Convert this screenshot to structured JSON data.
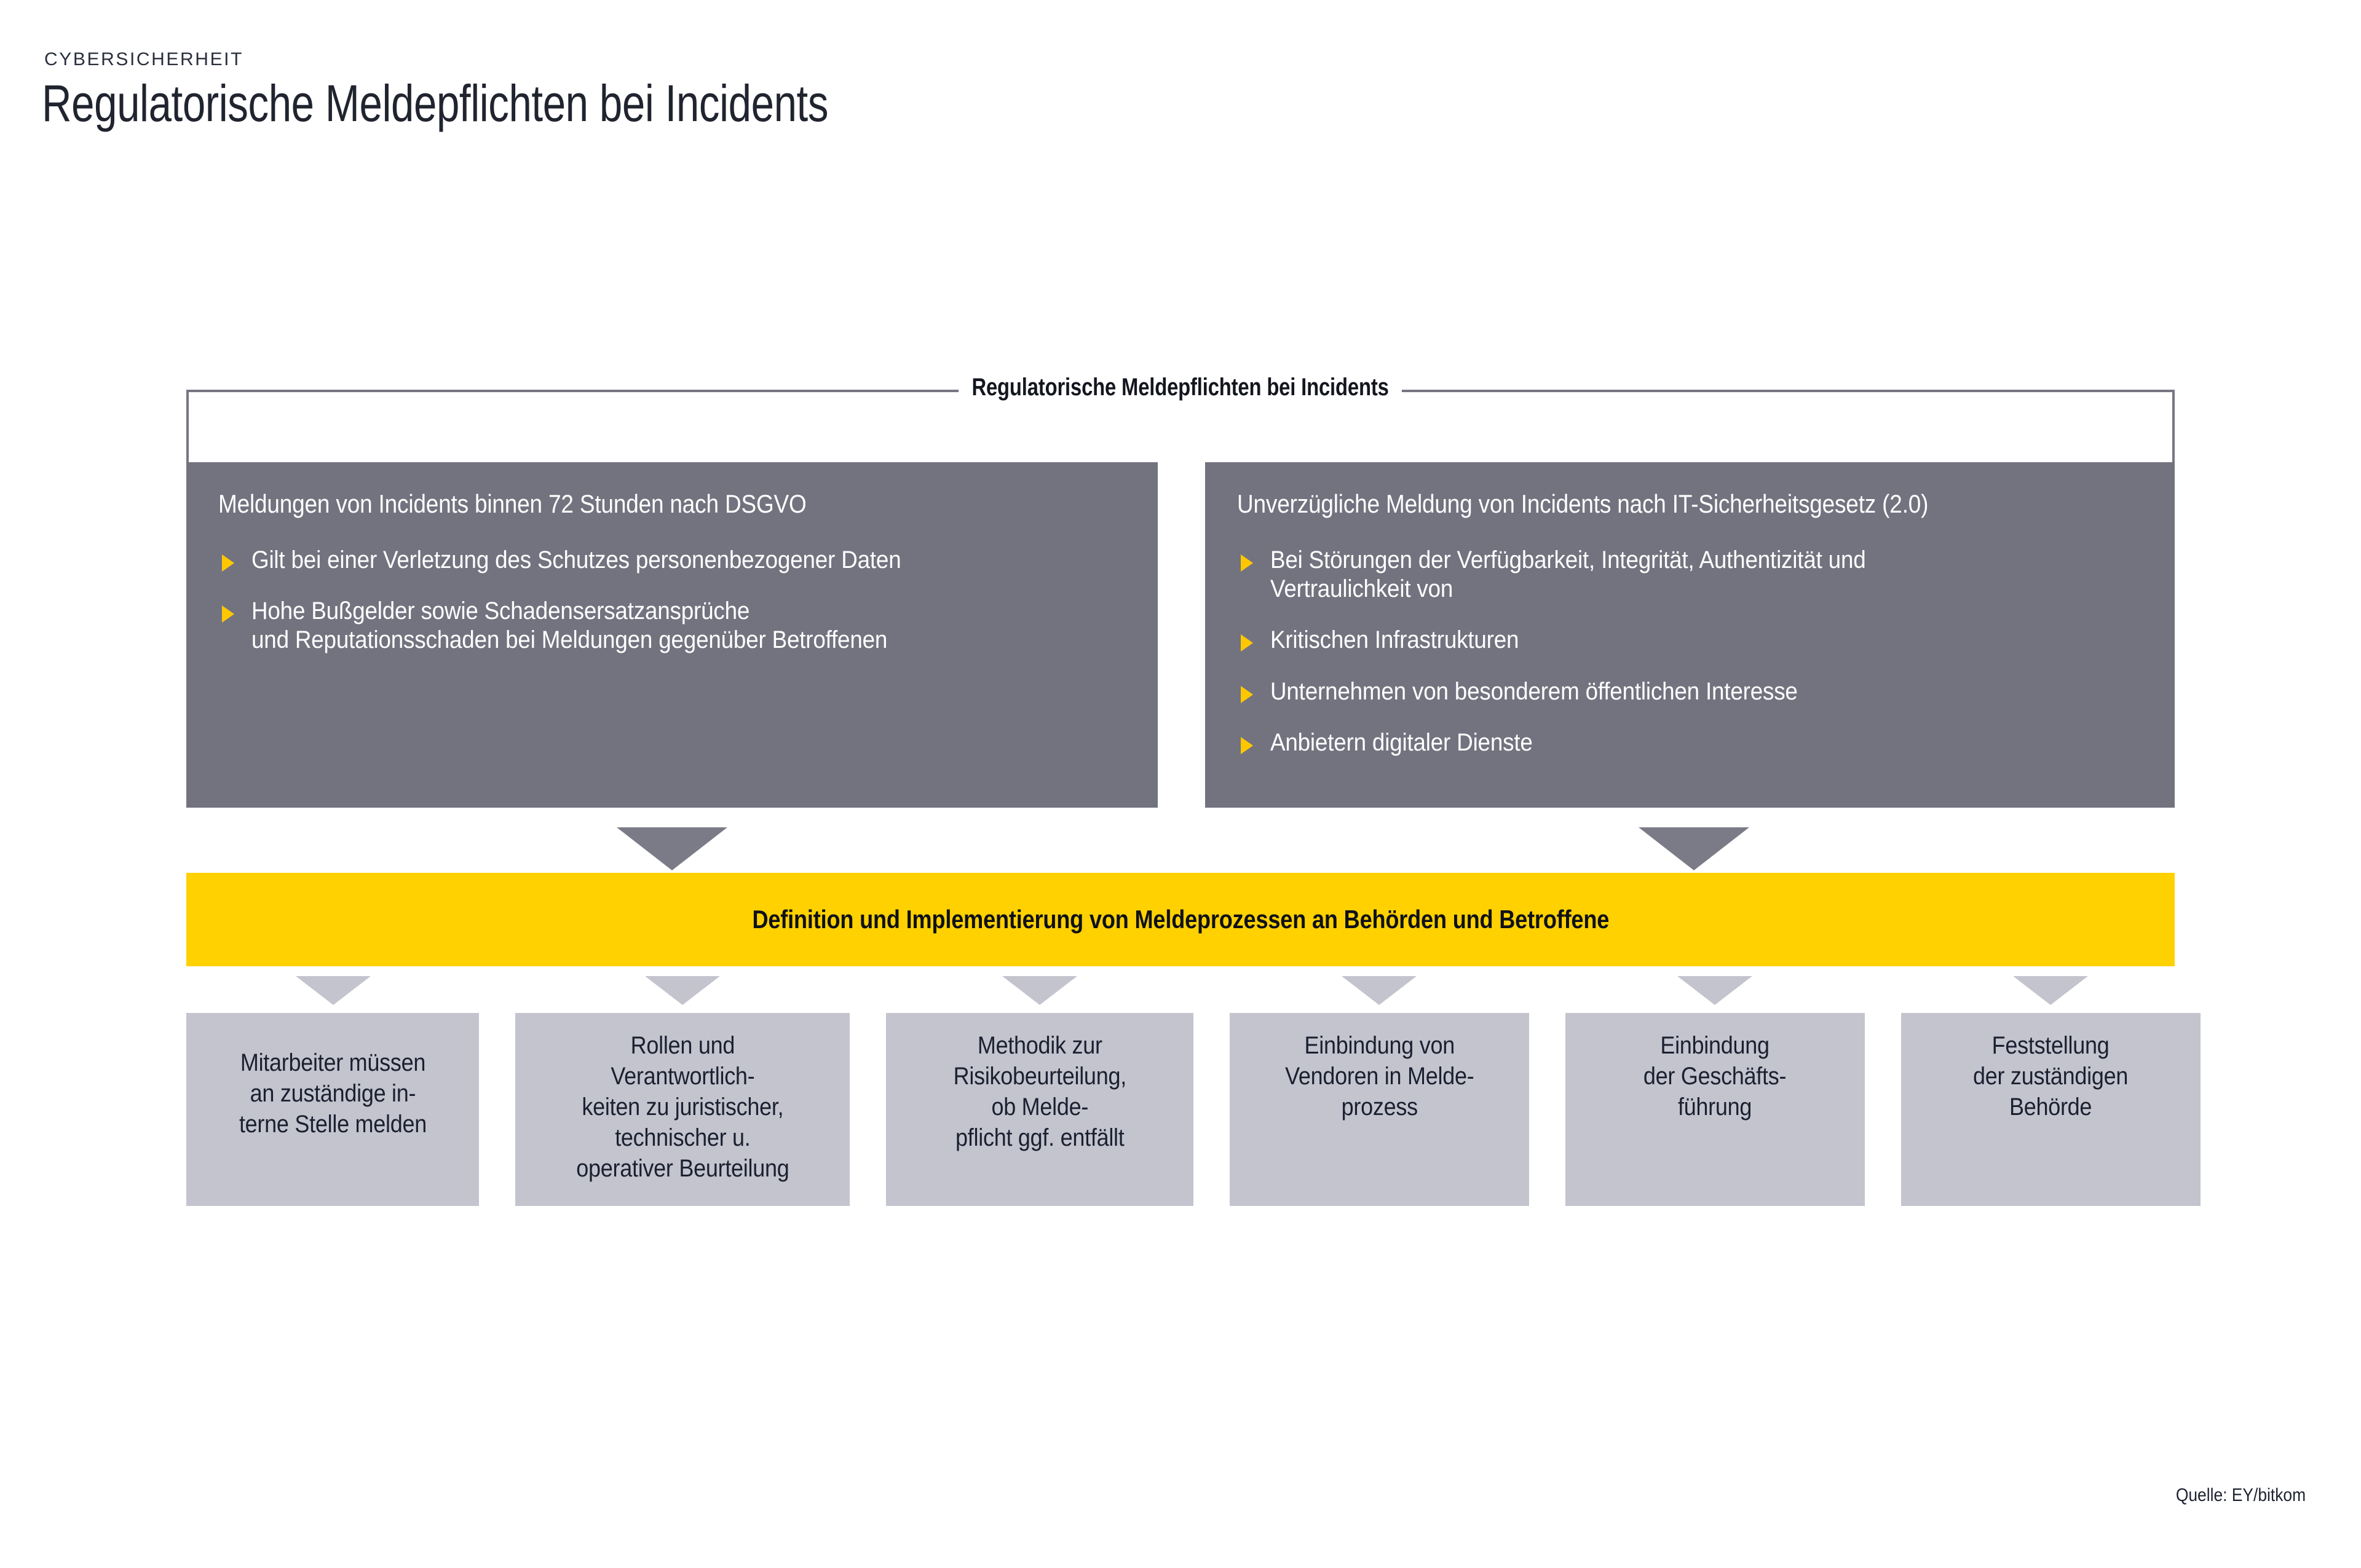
{
  "header": {
    "kicker": "CYBERSICHERHEIT",
    "title": "Regulatorische Meldepflichten bei Incidents"
  },
  "colors": {
    "accent_yellow": "#FFD100",
    "bullet_yellow": "#FFC700",
    "dark_gray": "#72737F",
    "light_gray": "#C3C4CE",
    "frame_border": "#767684",
    "text_dark": "#1B2030"
  },
  "diagram": {
    "legend": "Regulatorische Meldepflichten bei Incidents",
    "top_panels": [
      {
        "heading": "Meldungen von Incidents binnen 72 Stunden nach DSGVO",
        "bullets": [
          "Gilt bei einer Verletzung des Schutzes personenbezogener Daten",
          "Hohe Bußgelder sowie Schadensersatzansprüche\nund Reputationsschaden bei Meldungen gegenüber Betroffenen"
        ]
      },
      {
        "heading": "Unverzügliche Meldung von Incidents nach IT-Sicherheitsgesetz (2.0)",
        "bullets": [
          "Bei Störungen der Verfügbarkeit, Integrität, Authentizität und\nVertraulichkeit von",
          "Kritischen Infrastrukturen",
          "Unternehmen von besonderem öffentlichen Interesse",
          "Anbietern digitaler Dienste"
        ]
      }
    ],
    "center_bar": "Definition und Implementierung von Meldeprozessen an Behörden und Betroffene",
    "bottom_boxes": [
      "Mitarbeiter müssen\nan zuständige in-\nterne Stelle melden",
      "Rollen und\nVerantwortlich-\nkeiten zu juristischer,\ntechnischer u.\noperativer Beurteilung",
      "Methodik zur\nRisikobeurteilung,\nob Melde-\npflicht ggf. entfällt",
      "Einbindung von\nVendoren in Melde-\nprozess",
      "Einbindung\nder Geschäfts-\nführung",
      "Feststellung\nder zuständigen\nBehörde"
    ]
  },
  "footer": {
    "source": "Quelle: EY/bitkom"
  }
}
